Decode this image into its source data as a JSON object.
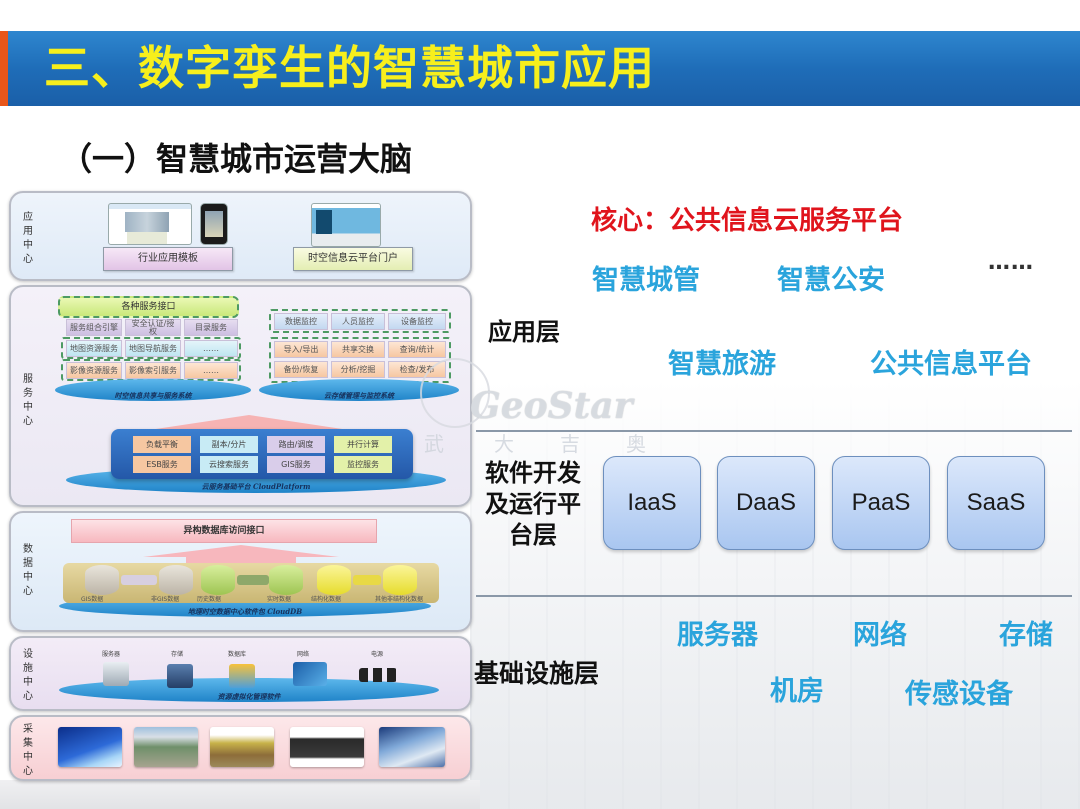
{
  "slide": {
    "title": "三、数字孪生的智慧城市应用",
    "subtitle": "（一）智慧城市运营大脑",
    "colors": {
      "title_bar": "#1f6db8",
      "title_text": "#f7ef1c",
      "title_accent": "#e8561a",
      "core_red": "#e0141c",
      "item_blue": "#2aa4dc"
    }
  },
  "architecture": {
    "app_center": {
      "label": "应用中心",
      "boxes": [
        "行业应用模板",
        "时空信息云平台门户"
      ]
    },
    "service_center": {
      "label": "服务中心",
      "left_group": {
        "header": "各种服务接口",
        "rows": [
          [
            "服务组合引擎",
            "安全认证/授权",
            "目录服务"
          ],
          [
            "地图资源服务",
            "地图导航服务",
            "……"
          ],
          [
            "影像资源服务",
            "影像索引服务",
            "……"
          ]
        ],
        "base": "时空信息共享与服务系统"
      },
      "right_group": {
        "rows": [
          [
            "数据监控",
            "人员监控",
            "设备监控"
          ],
          [
            "导入/导出",
            "共享交换",
            "查询/统计"
          ],
          [
            "备份/恢复",
            "分析/挖掘",
            "检查/发布"
          ]
        ],
        "base": "云存储管理与监控系统"
      },
      "platform": {
        "rows": [
          [
            "负载平衡",
            "副本/分片",
            "路由/调度",
            "并行计算"
          ],
          [
            "ESB服务",
            "云搜索服务",
            "GIS服务",
            "监控服务"
          ]
        ],
        "base": "云服务基础平台 CloudPlatform"
      }
    },
    "data_center": {
      "label": "数据中心",
      "interface": "异构数据库访问接口",
      "databases": [
        "GIS数据",
        "非GIS数据",
        "历史数据",
        "实时数据",
        "结构化数据",
        "其他非结构化数据"
      ],
      "base": "地理时空数据中心软件包 CloudDB"
    },
    "infra_center": {
      "label": "设施中心",
      "items": [
        "服务器",
        "存储",
        "数据库",
        "网络",
        "电源"
      ],
      "base": "资源虚拟化管理软件"
    },
    "collect_center": {
      "label": "采集中心",
      "photos": [
        "satellite",
        "aerial-plane",
        "drone-survey",
        "mapping-vehicle",
        "iot-network"
      ]
    }
  },
  "right_panel": {
    "core": "核心：公共信息云服务平台",
    "app_layer": {
      "label": "应用层",
      "items": [
        "智慧城管",
        "智慧公安",
        "智慧旅游",
        "公共信息平台"
      ],
      "ellipsis": "……"
    },
    "platform_layer": {
      "label_lines": [
        "软件开发",
        "及运行平",
        "台层"
      ],
      "services": [
        "IaaS",
        "DaaS",
        "PaaS",
        "SaaS"
      ]
    },
    "infra_layer": {
      "label": "基础设施层",
      "items": [
        "服务器",
        "网络",
        "存储",
        "机房",
        "传感设备"
      ]
    },
    "watermark": {
      "brand": "GeoStar",
      "chars": [
        "武",
        "大",
        "吉",
        "奥"
      ]
    }
  }
}
